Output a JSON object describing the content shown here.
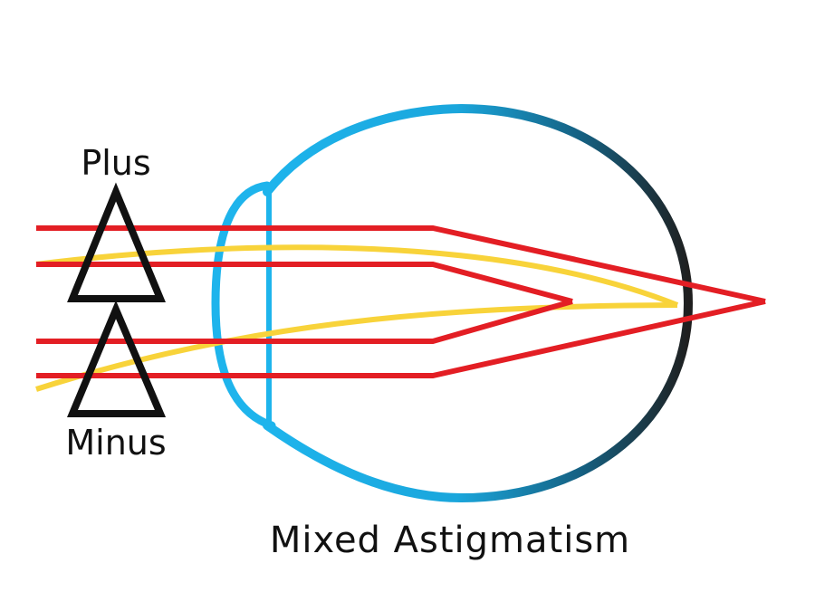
{
  "labels": {
    "plus": "Plus",
    "minus": "Minus",
    "title": "Mixed Astigmatism"
  },
  "colors": {
    "ray_red": "#e31e24",
    "ray_yellow": "#f8d33a",
    "eye_light": "#1eb4ec",
    "eye_dark": "#222222",
    "prism": "#111111",
    "background": "#ffffff"
  }
}
